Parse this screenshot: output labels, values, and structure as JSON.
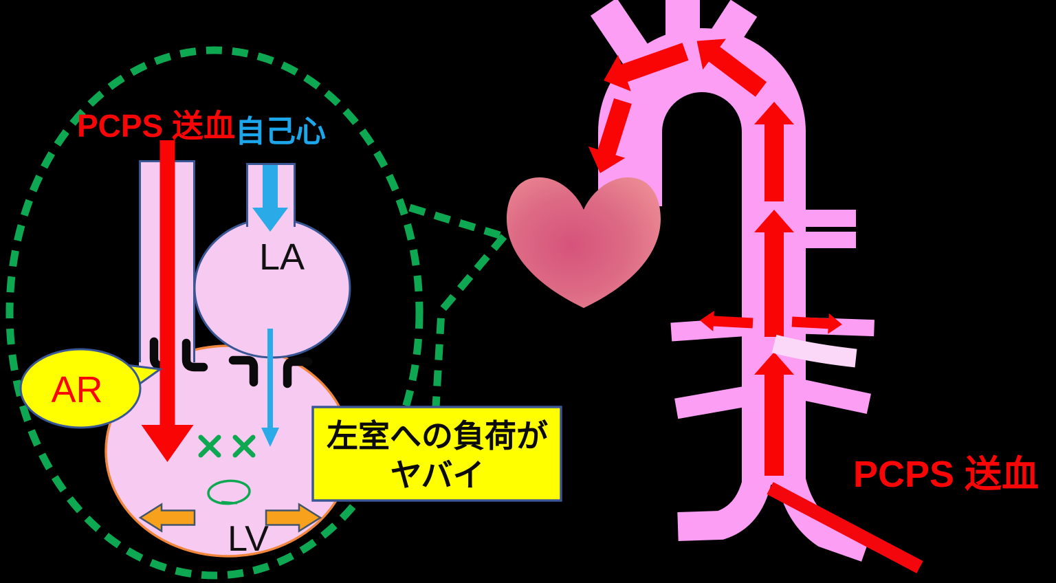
{
  "title": "PCPS retrograde perfusion and left-ventricular load diagram",
  "colors": {
    "background": "#000000",
    "chamber_pink": "#f7caf2",
    "chamber_border_navy": "#3a5795",
    "lv_border_orange": "#f0863c",
    "aorta_pink": "#fb9ef4",
    "pale_branch_pink": "#fbd8f8",
    "flow_red": "#fa0506",
    "native_blue": "#2baae8",
    "label_blue": "#1ca7ec",
    "callout_green": "#0fa852",
    "highlight_yellow": "#ffff00",
    "dilation_orange": "#f7a11c",
    "valve_black": "#0a0a0a",
    "heart_rose_center": "#d6537b",
    "heart_rose_edge": "#ec8b94"
  },
  "left_panel": {
    "pcps_label": "PCPS 送血",
    "native_heart_label": "自己心",
    "la_label": "LA",
    "lv_label": "LV",
    "ar_label": "AR",
    "warning_box": {
      "line1": "左室への負荷が",
      "line2": "ヤバイ"
    },
    "icons": [
      "magnifier-dashed-ellipse",
      "pcps-retrograde-arrow",
      "native-inflow-arrow",
      "mitral-inflow-arrow",
      "aortic-valve-icon",
      "mitral-valve-icon",
      "no-ejection-x-icon",
      "closed-valve-doodle-icon",
      "lv-dilation-arrow-left",
      "lv-dilation-arrow-right",
      "ar-speech-bubble"
    ]
  },
  "right_panel": {
    "pcps_label": "PCPS 送血",
    "icons": [
      "aortic-arch",
      "arch-branch-vessels",
      "retrograde-flow-arrows",
      "side-branch-flow-arrows",
      "heart-icon",
      "femoral-cannula"
    ]
  }
}
